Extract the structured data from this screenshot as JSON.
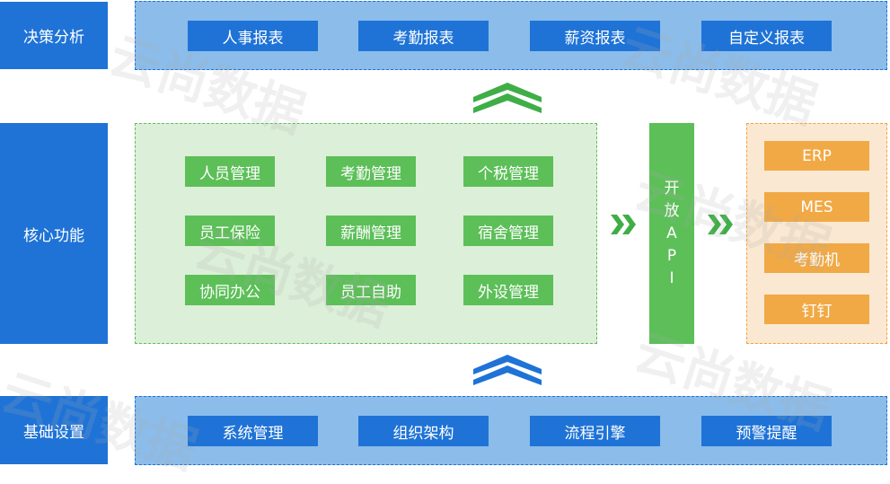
{
  "watermark": "云尚数据",
  "rows": {
    "decision": {
      "label": "决策分析",
      "items": [
        "人事报表",
        "考勤报表",
        "薪资报表",
        "自定义报表"
      ]
    },
    "core": {
      "label": "核心功能",
      "items": [
        "人员管理",
        "考勤管理",
        "个税管理",
        "员工保险",
        "薪酬管理",
        "宿舍管理",
        "协同办公",
        "员工自助",
        "外设管理"
      ]
    },
    "base": {
      "label": "基础设置",
      "items": [
        "系统管理",
        "组织架构",
        "流程引擎",
        "预警提醒"
      ]
    }
  },
  "api": {
    "chars": [
      "开",
      "放",
      "A",
      "P",
      "I"
    ]
  },
  "external": {
    "items": [
      "ERP",
      "MES",
      "考勤机",
      "钉钉"
    ]
  },
  "colors": {
    "blue": "#1f73d6",
    "light_blue": "#8bbcea",
    "green": "#5cbf58",
    "light_green": "#dcefd8",
    "orange": "#f1a945",
    "light_orange": "#fbe8d2"
  }
}
